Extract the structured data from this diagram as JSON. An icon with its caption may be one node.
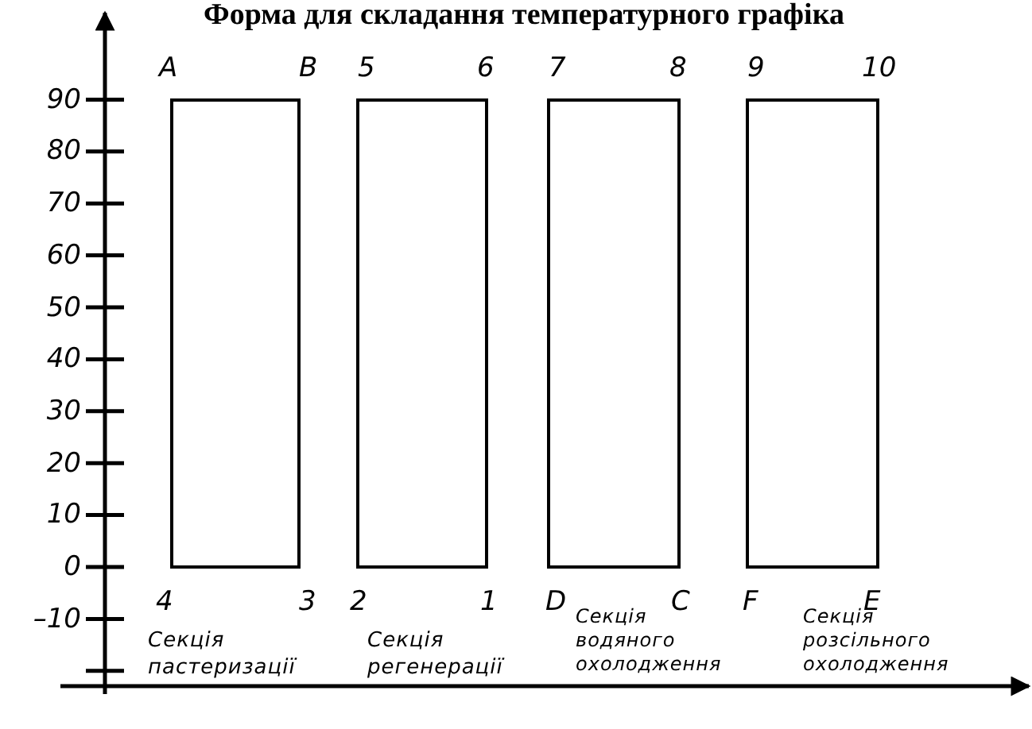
{
  "diagram": {
    "title": "Форма для складання температурного графіка",
    "nodes": [
      {
        "text": [],
        "shape": "box",
        "beside": [
          "Секція пастеризації"
        ]
      },
      {
        "text": [],
        "shape": "box",
        "beside": [
          "Секція регенерації"
        ]
      },
      {
        "text": [],
        "shape": "box",
        "beside": [
          "Секція водяного охолодження"
        ]
      },
      {
        "text": [],
        "shape": "box",
        "beside": [
          "Секція розсільного охолодження"
        ]
      }
    ],
    "edges": [],
    "labels": [
      "90",
      "80",
      "70",
      "60",
      "50",
      "40",
      "30",
      "20",
      "10",
      "0",
      "–10",
      "A",
      "B",
      "5",
      "6",
      "7",
      "8",
      "9",
      "10",
      "4",
      "3",
      "2",
      "1",
      "D",
      "C",
      "F",
      "E"
    ]
  }
}
